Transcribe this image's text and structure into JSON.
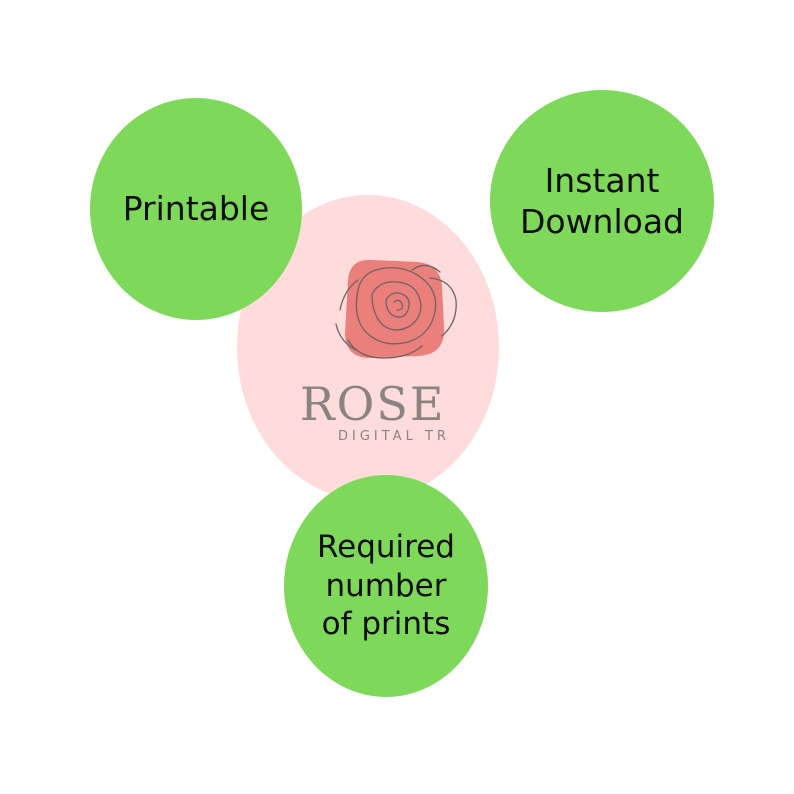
{
  "diagram": {
    "center": {
      "brand_name": "ROSE",
      "brand_sub": "DIGITAL TR",
      "logo_icon": "rose-icon",
      "fill_color": "#fddcdb"
    },
    "bubbles": [
      {
        "label": "Printable",
        "color": "#7ed95a"
      },
      {
        "label": "Instant\nDownload",
        "color": "#7ed95a"
      },
      {
        "label": "Required\nnumber\nof prints",
        "color": "#7ed95a"
      }
    ]
  }
}
